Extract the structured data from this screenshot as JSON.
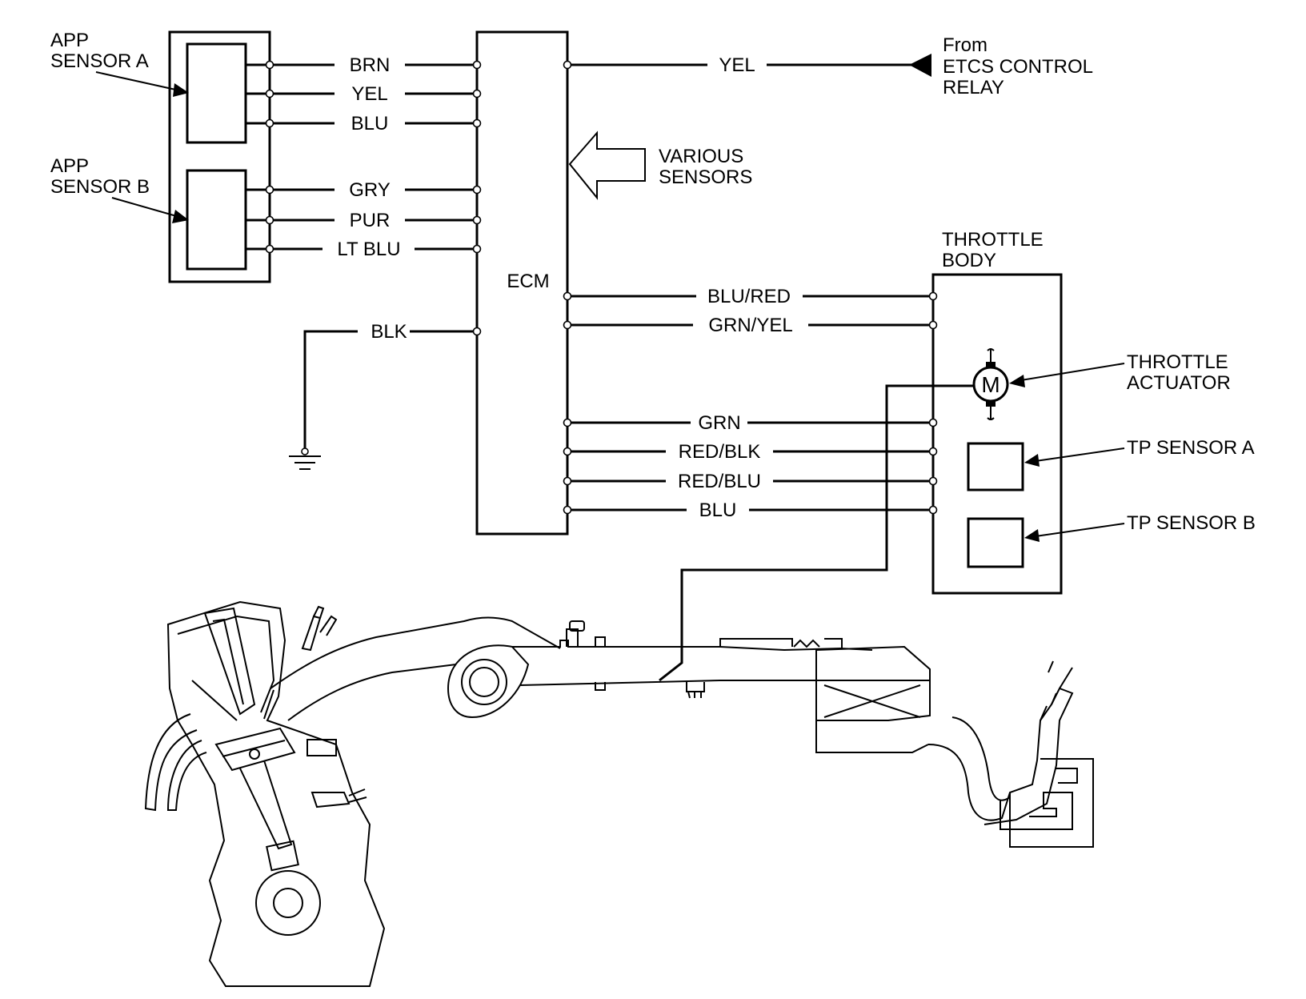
{
  "labels": {
    "app_sensor_a": [
      "APP",
      "SENSOR A"
    ],
    "app_sensor_b": [
      "APP",
      "SENSOR B"
    ],
    "ecm": "ECM",
    "from_relay": [
      "From",
      "ETCS CONTROL",
      "RELAY"
    ],
    "various_sensors": [
      "VARIOUS",
      "SENSORS"
    ],
    "throttle_body": [
      "THROTTLE",
      "BODY"
    ],
    "throttle_actuator": [
      "THROTTLE",
      "ACTUATOR"
    ],
    "motor_symbol": "M",
    "tp_sensor_a": "TP SENSOR A",
    "tp_sensor_b": "TP SENSOR B"
  },
  "wires": {
    "app_a": [
      "BRN",
      "YEL",
      "BLU"
    ],
    "app_b": [
      "GRY",
      "PUR",
      "LT BLU"
    ],
    "ground": "BLK",
    "relay": "YEL",
    "actuator": [
      "BLU/RED",
      "GRN/YEL"
    ],
    "tp": [
      "GRN",
      "RED/BLK",
      "RED/BLU",
      "BLU"
    ]
  }
}
